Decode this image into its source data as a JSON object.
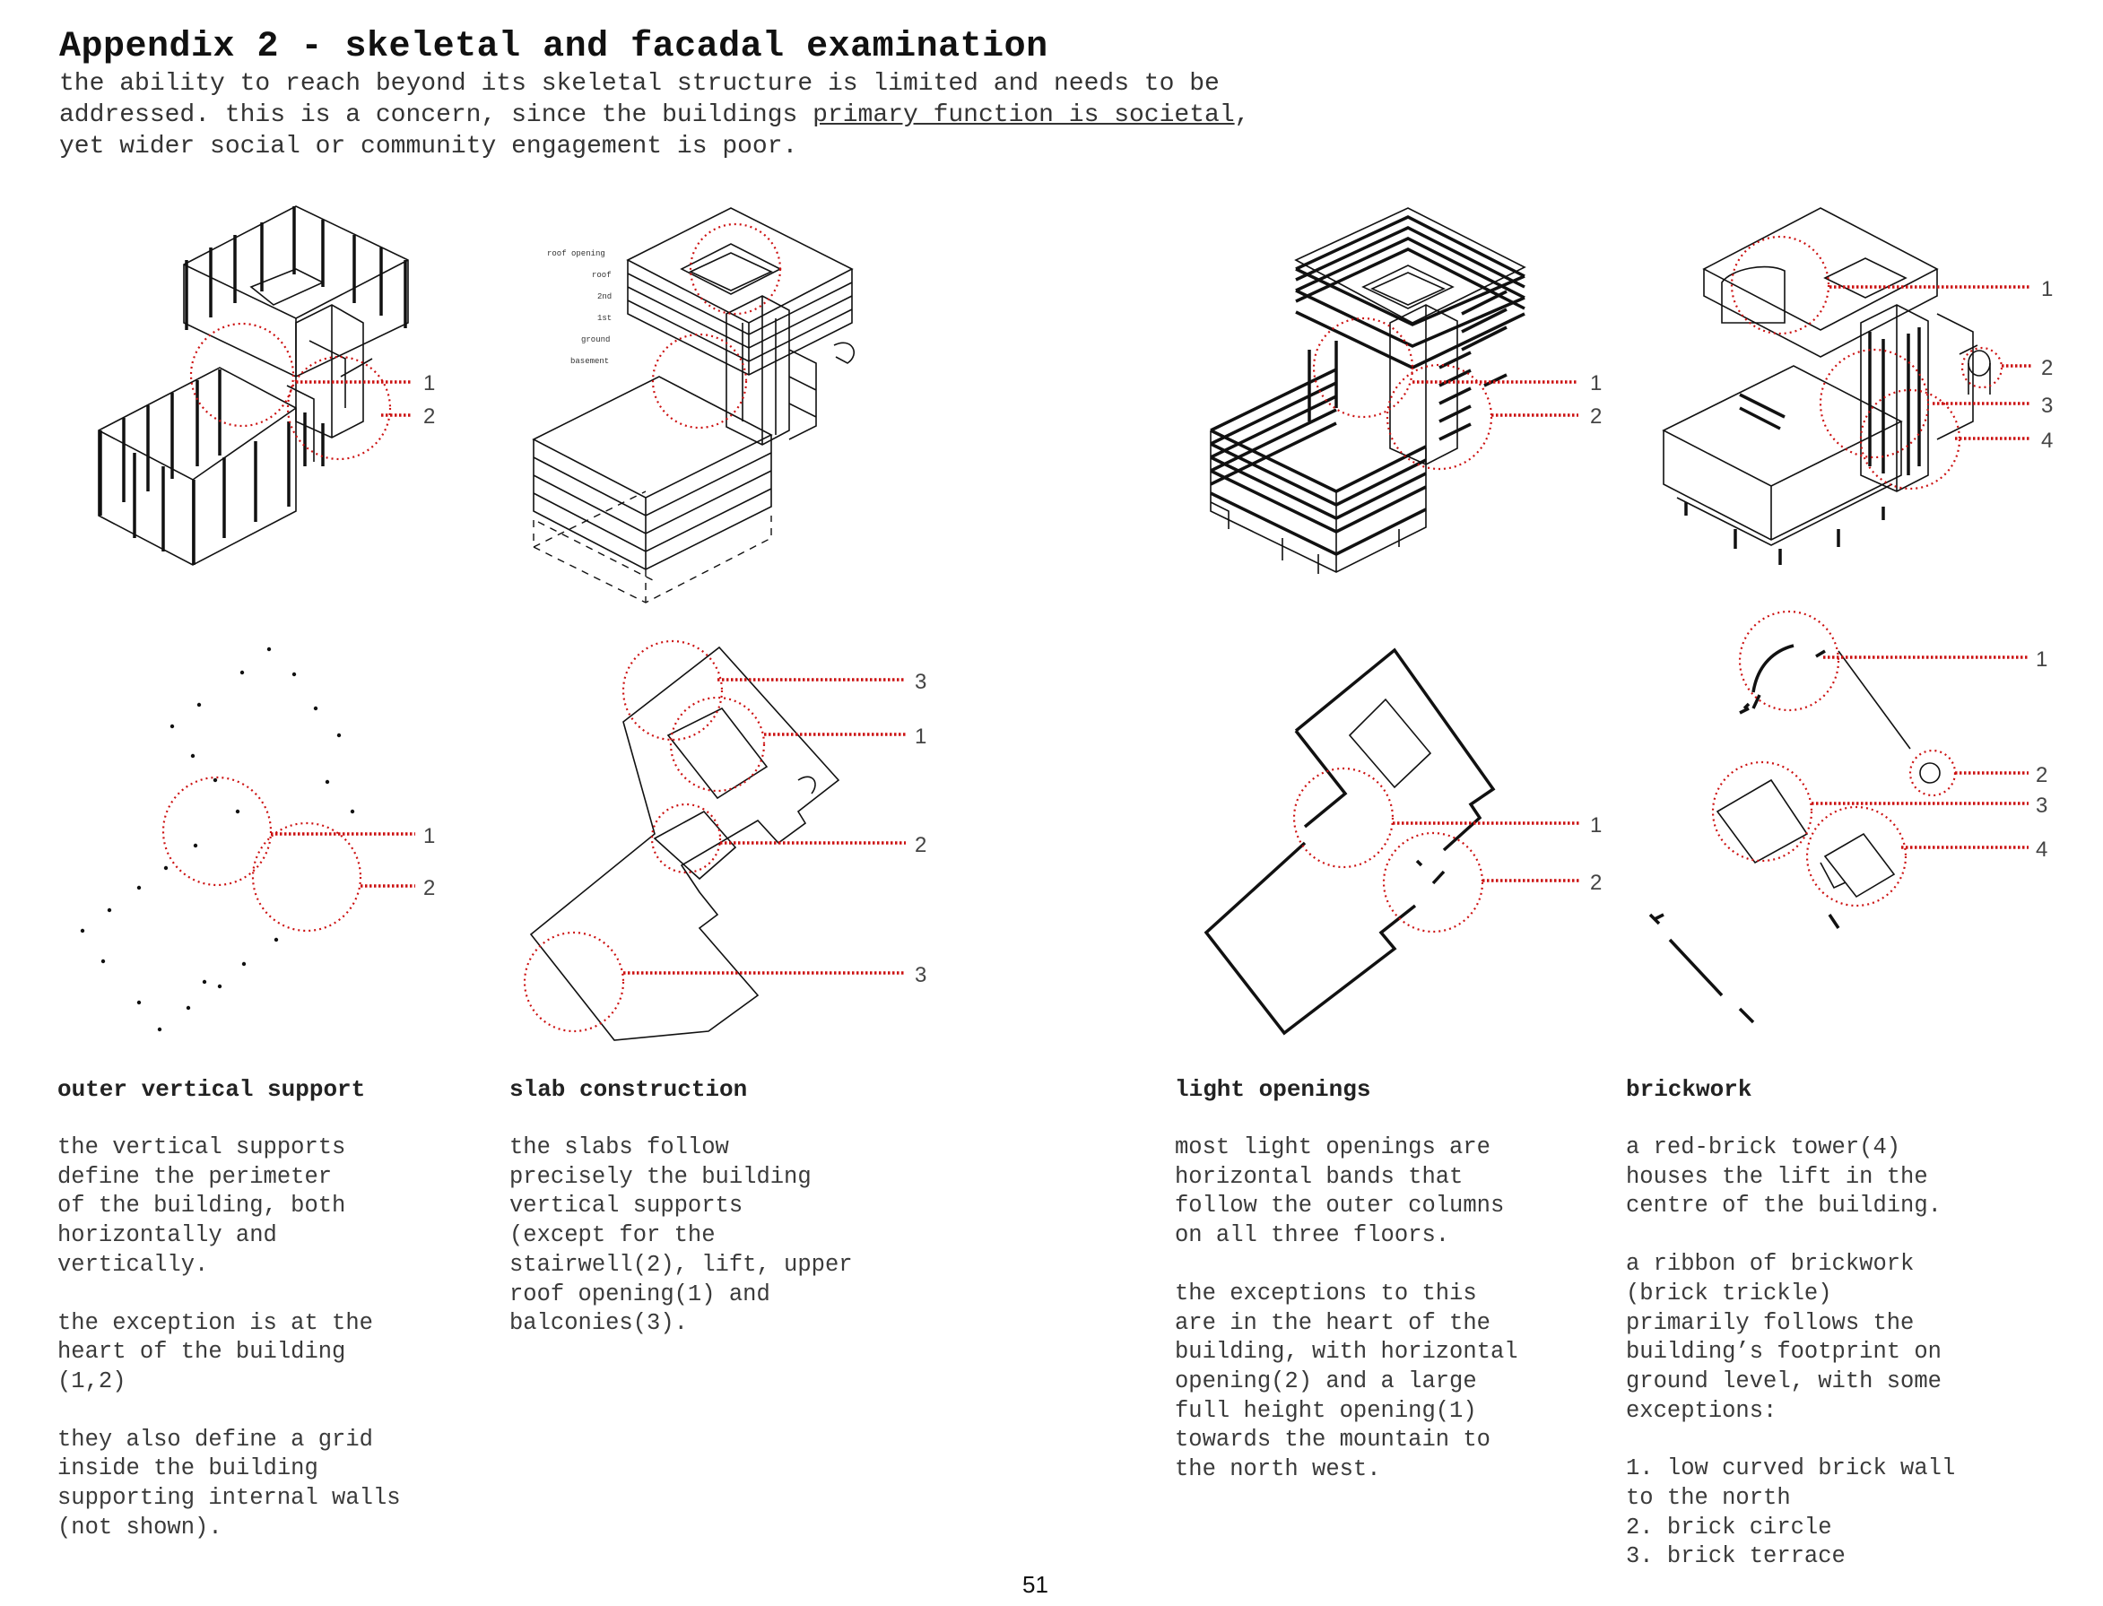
{
  "title": "Appendix 2 - skeletal and facadal examination",
  "intro": {
    "part1": "the ability to reach beyond its skeletal structure is limited and needs to be addressed. this is a concern, since the buildings ",
    "underlined": "primary function is societal",
    "part2": ", yet wider social or community engagement is poor."
  },
  "floor_labels": [
    "roof opening",
    "roof",
    "2nd",
    "1st",
    "ground",
    "basement"
  ],
  "callouts": {
    "outer_iso": [
      "1",
      "2"
    ],
    "outer_plan": [
      "1",
      "2"
    ],
    "slab_plan": [
      "3",
      "1",
      "2",
      "3"
    ],
    "light_iso": [
      "1",
      "2"
    ],
    "light_plan": [
      "1",
      "2"
    ],
    "brick_iso": [
      "1",
      "2",
      "3",
      "4"
    ],
    "brick_plan": [
      "1",
      "2",
      "3",
      "4"
    ]
  },
  "columns": [
    {
      "heading": "outer vertical support",
      "paragraphs": [
        "the vertical supports\ndefine the perimeter\nof the building, both\nhorizontally and\nvertically.",
        "the exception is at the\nheart of the building\n(1,2)",
        "they also define a grid\ninside the building\nsupporting internal walls\n(not shown)."
      ]
    },
    {
      "heading": "slab construction",
      "paragraphs": [
        "the slabs follow\nprecisely the building\nvertical supports\n(except for the\nstairwell(2), lift, upper\nroof opening(1) and\nbalconies(3)."
      ]
    },
    {
      "heading": "light openings",
      "paragraphs": [
        "most light openings are\nhorizontal bands that\nfollow the outer columns\non all three floors.",
        "the exceptions to this\nare in the heart of the\nbuilding, with horizontal\nopening(2) and a large\nfull height opening(1)\ntowards the mountain to\nthe north west."
      ]
    },
    {
      "heading": "brickwork",
      "paragraphs": [
        "a red-brick tower(4)\nhouses the lift in the\ncentre of the building.",
        "a ribbon of brickwork\n(brick trickle)\nprimarily follows the\nbuilding’s footprint on\nground level, with some\nexceptions:",
        "1. low curved brick wall\nto the north\n2. brick circle\n3. brick terrace"
      ]
    }
  ],
  "page_number": "51",
  "colors": {
    "callout": "#cc1111",
    "ink": "#111111",
    "text": "#3a3a3a"
  }
}
